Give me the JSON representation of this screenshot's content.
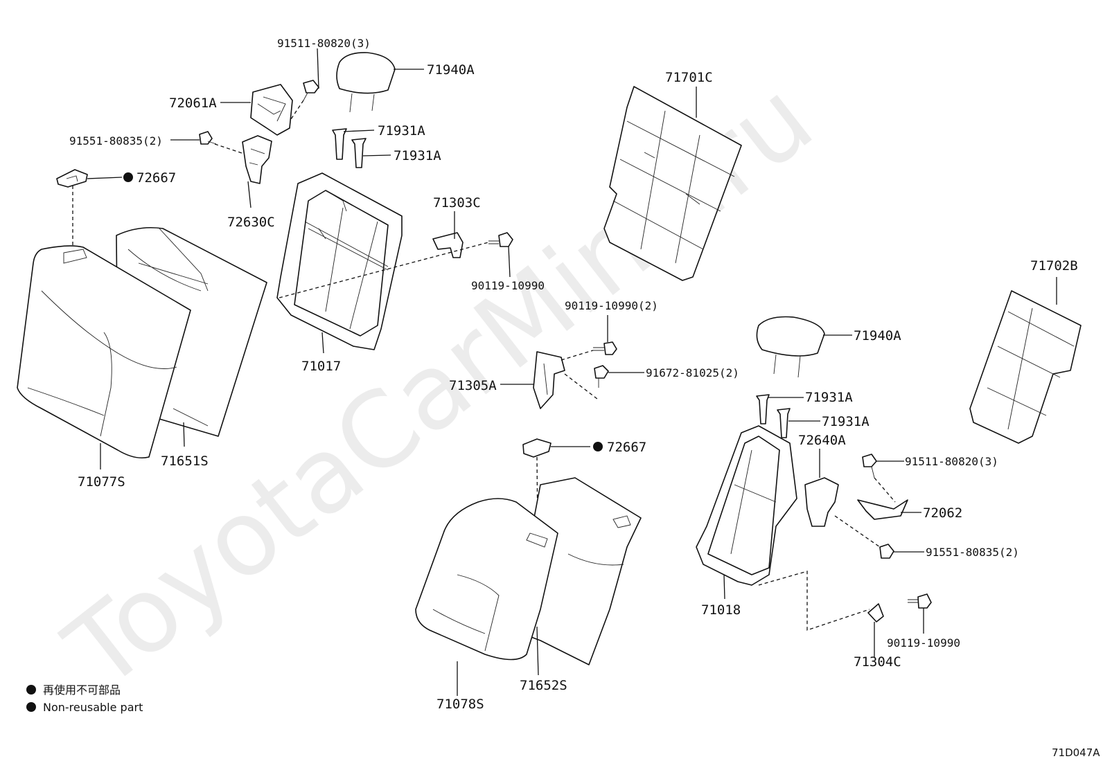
{
  "watermark": "ToyotaCarMine.ru",
  "labels": {
    "p91511_80820_top": "91511-80820(3)",
    "p71940A_top": "71940A",
    "p72061A": "72061A",
    "p91551_80835_top": "91551-80835(2)",
    "p71931A_a": "71931A",
    "p71931A_b": "71931A",
    "p72667_left": "72667",
    "p72630C": "72630C",
    "p71303C": "71303C",
    "p90119_10990_a": "90119-10990",
    "p71017": "71017",
    "p71651S": "71651S",
    "p71077S": "71077S",
    "p71701C": "71701C",
    "p71702B": "71702B",
    "p90119_10990_2": "90119-10990(2)",
    "p91672_81025_2": "91672-81025(2)",
    "p71305A": "71305A",
    "p72667_mid": "72667",
    "p71940A_right": "71940A",
    "p71931A_c": "71931A",
    "p71931A_d": "71931A",
    "p72640A": "72640A",
    "p91511_80820_right": "91511-80820(3)",
    "p72062": "72062",
    "p91551_80835_right": "91551-80835(2)",
    "p71018": "71018",
    "p71304C": "71304C",
    "p90119_10990_b": "90119-10990",
    "p71078S": "71078S",
    "p71652S": "71652S"
  },
  "legend": {
    "line1": "再使用不可部品",
    "line2": "Non-reusable part"
  },
  "diagram_code": "71D047A"
}
